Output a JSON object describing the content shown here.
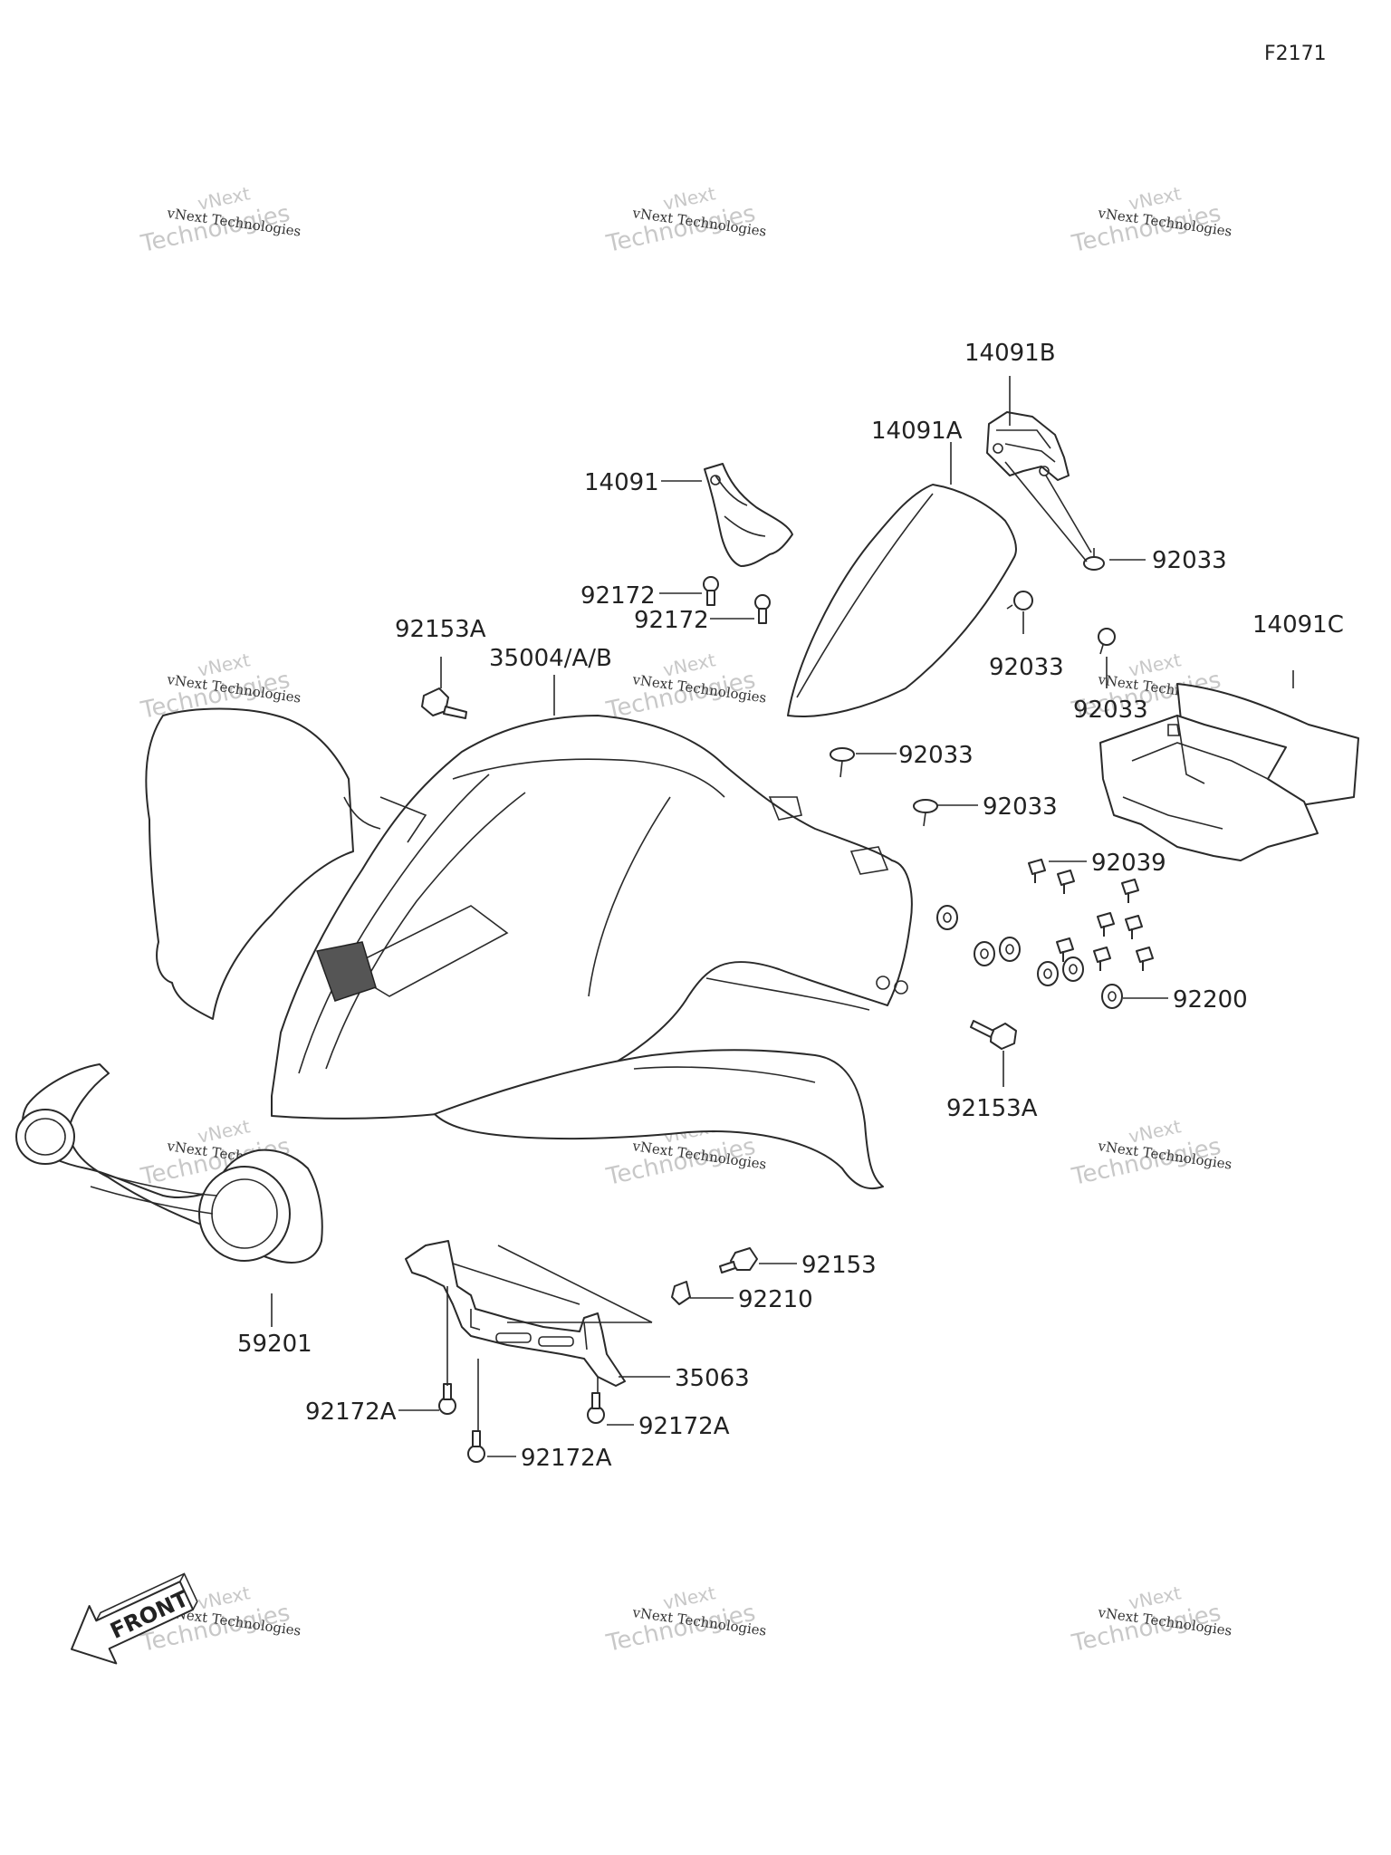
{
  "ref_code": "F2171",
  "watermark": {
    "small": "vNext Technologies",
    "vnext": "vNext",
    "large": "Technologies"
  },
  "labels": {
    "p14091B": "14091B",
    "p14091A": "14091A",
    "p14091": "14091",
    "p92033_top": "92033",
    "p92172_a": "92172",
    "p92172_b": "92172",
    "p92153A_left": "92153A",
    "p35004": "35004/A/B",
    "p92033_mid": "92033",
    "p14091C": "14091C",
    "p92033_c": "92033",
    "p92033_d": "92033",
    "p92033_e": "92033",
    "p92039": "92039",
    "p92200": "92200",
    "p92153A_right": "92153A",
    "p92153": "92153",
    "p92210": "92210",
    "p59201": "59201",
    "p35063": "35063",
    "p92172A_a": "92172A",
    "p92172A_b": "92172A",
    "p92172A_c": "92172A"
  },
  "front_arrow": "FRONT"
}
